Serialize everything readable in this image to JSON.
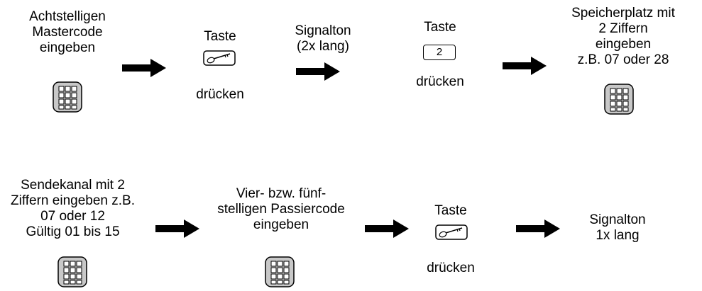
{
  "row1": {
    "step1": {
      "lines": [
        "Achtstelligen",
        "Mastercode",
        "eingeben"
      ],
      "icon": "keypad-icon"
    },
    "step2": {
      "above": "Taste",
      "below": "drücken",
      "icon": "key-icon"
    },
    "step3": {
      "lines": [
        "Signalton",
        "(2x lang)"
      ]
    },
    "step4": {
      "above": "Taste",
      "key_label": "2",
      "below": "drücken"
    },
    "step5": {
      "lines": [
        "Speicherplatz mit",
        "2 Ziffern",
        "eingeben",
        "z.B. 07 oder 28"
      ],
      "icon": "keypad-icon"
    }
  },
  "row2": {
    "step1": {
      "lines": [
        "Sendekanal mit 2",
        "Ziffern eingeben z.B.",
        "07 oder 12",
        "Gültig 01 bis 15"
      ],
      "icon": "keypad-icon"
    },
    "step2": {
      "lines": [
        "Vier- bzw. fünf-",
        "stelligen Passiercode",
        "eingeben"
      ],
      "icon": "keypad-icon"
    },
    "step3": {
      "above": "Taste",
      "below": "drücken",
      "icon": "key-icon"
    },
    "step4": {
      "lines": [
        "Signalton",
        "1x lang"
      ]
    }
  },
  "colors": {
    "keypad_fill": "#c8c8c8",
    "ink": "#000000"
  }
}
